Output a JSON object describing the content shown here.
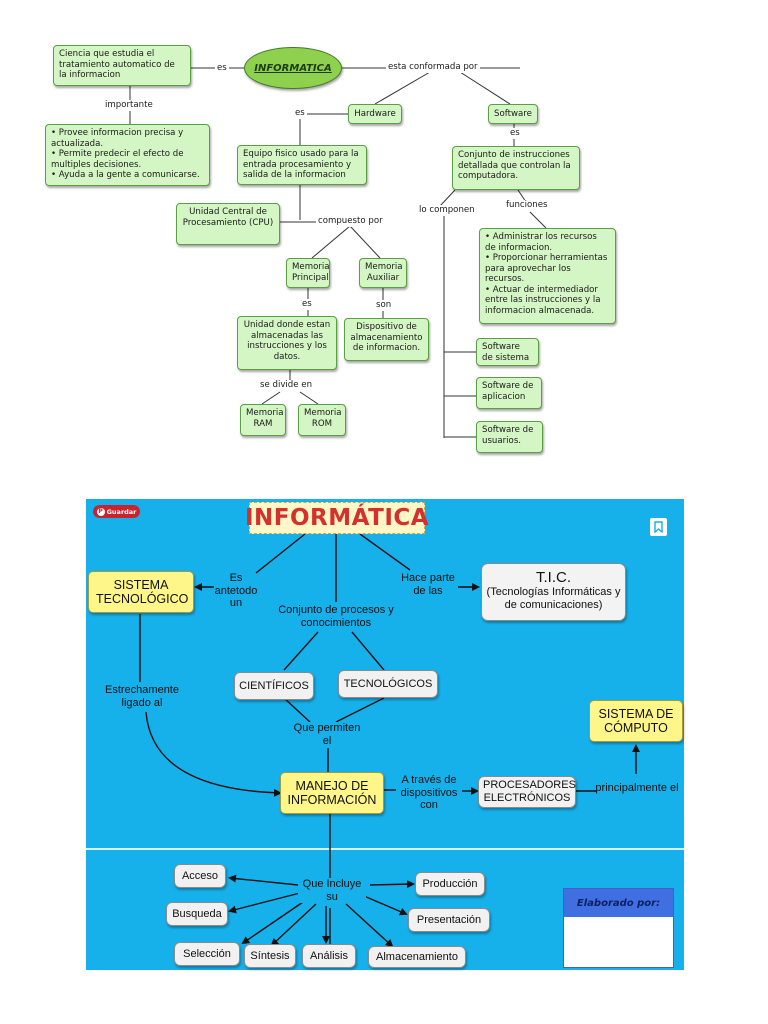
{
  "top_map": {
    "center": "INFORMATICA",
    "definition": "Ciencia que estudia el tratamiento automatico de la informacion",
    "links": {
      "es_left": "es",
      "conformada": "esta conformada por",
      "importante": "importante",
      "es_hw": "es",
      "es_sw": "es",
      "compuesto": "compuesto por",
      "componen": "lo componen",
      "funciones": "funciones",
      "es_mp": "es",
      "son": "son",
      "divide": "se divide en"
    },
    "importance": [
      "• Provee informacion precisa y actualizada.",
      "• Permite predecir el efecto de multiples decisiones.",
      "• Ayuda a la gente a comunicarse."
    ],
    "hardware": "Hardware",
    "software": "Software",
    "hardware_def": "Equipo fisico usado para la entrada procesamiento y salida de la informacion",
    "software_def": "Conjunto de instrucciones detallada que controlan la computadora.",
    "cpu": "Unidad Central de Procesamiento (CPU)",
    "mem_principal": "Memoria Principal",
    "mem_auxiliar": "Memoria Auxiliar",
    "mp_def": "Unidad donde estan almacenadas las instrucciones y los datos.",
    "ma_def": "Dispositivo de almacenamiento de informacion.",
    "ram": "Memoria RAM",
    "rom": "Memoria ROM",
    "functions": [
      "• Administrar los recursos de informacion.",
      "• Proporcionar herramientas para aprovechar los recursos.",
      "• Actuar de intermediador entre las instrucciones y la informacion almacenada."
    ],
    "sw_sistema": "Software de sistema",
    "sw_aplicacion": "Software de aplicacion",
    "sw_usuarios": "Software de usuarios."
  },
  "bottom_map": {
    "guardar": "Guardar",
    "title": "INFORMÁTICA",
    "sistema_tec": "SISTEMA TECNOLÓGICO",
    "es_antetodo": "Es antetodo un",
    "hace_parte": "Hace parte de las",
    "tic_title": "T.I.C.",
    "tic_sub": "(Tecnologías Informáticas y de comunicaciones)",
    "conjunto": "Conjunto de procesos y conocimientos",
    "cientificos": "CIENTÍFICOS",
    "tecnologicos": "TECNOLÓGICOS",
    "estrechamente": "Estrechamente ligado al",
    "que_permiten": "Que permiten el",
    "manejo": "MANEJO DE INFORMACIÓN",
    "a_traves": "A través de dispositivos con",
    "procesadores": "PROCESADORES ELECTRÓNICOS",
    "principalmente": "principalmente el",
    "sistema_computo": "SISTEMA DE CÓMPUTO",
    "que_incluye": "Que Incluye su",
    "acceso": "Acceso",
    "busqueda": "Busqueda",
    "seleccion": "Selección",
    "sintesis": "Síntesis",
    "analisis": "Análisis",
    "almacenamiento": "Almacenamiento",
    "produccion": "Producción",
    "presentacion": "Presentación",
    "elaborado": "Elaborado por:"
  },
  "colors": {
    "green_node": "#d4f5c4",
    "center_ellipse": "#8fd14f",
    "panel_blue": "#16b0ea",
    "yellow_node": "#fff68a",
    "title_red": "#d2312c"
  }
}
